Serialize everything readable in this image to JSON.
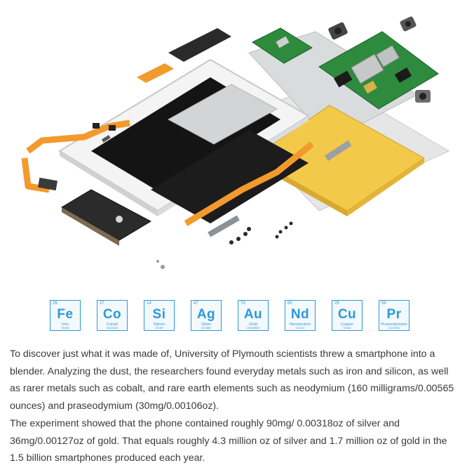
{
  "elements": [
    {
      "number": "26",
      "symbol": "Fe",
      "name": "Iron",
      "mass": "55.845"
    },
    {
      "number": "27",
      "symbol": "Co",
      "name": "Cobalt",
      "mass": "58.933194"
    },
    {
      "number": "14",
      "symbol": "Si",
      "name": "Silicon",
      "mass": "28.085"
    },
    {
      "number": "47",
      "symbol": "Ag",
      "name": "Silver",
      "mass": "107.8682"
    },
    {
      "number": "79",
      "symbol": "Au",
      "name": "Gold",
      "mass": "196.966569"
    },
    {
      "number": "60",
      "symbol": "Nd",
      "name": "Neodymium",
      "mass": "144.242"
    },
    {
      "number": "29",
      "symbol": "Cu",
      "name": "Copper",
      "mass": "63.546"
    },
    {
      "number": "59",
      "symbol": "Pr",
      "name": "Praseodymium",
      "mass": "140.90766"
    }
  ],
  "caption": {
    "paragraph1": "To discover just what it was made of, University of Plymouth scientists threw a smartphone into a blender. Analyzing the dust, the researchers found everyday metals such as iron and silicon, as well as rarer metals such as cobalt, and rare earth elements such as neodymium (160 milligrams/0.00565 ounces) and praseodymium (30mg/0.00106oz).",
    "paragraph2": "The experiment showed that the phone contained roughly 90mg/ 0.00318oz of silver and 36mg/0.00127oz of gold. That equals roughly 4.3 million oz of silver and 1.7 million oz of gold in the 1.5 billion smartphones produced each year."
  },
  "colors": {
    "tile_accent": "#2d9ad6",
    "battery": "#f3c94a",
    "flex_cable": "#f29a2e",
    "pcb": "#2e8b3e"
  }
}
